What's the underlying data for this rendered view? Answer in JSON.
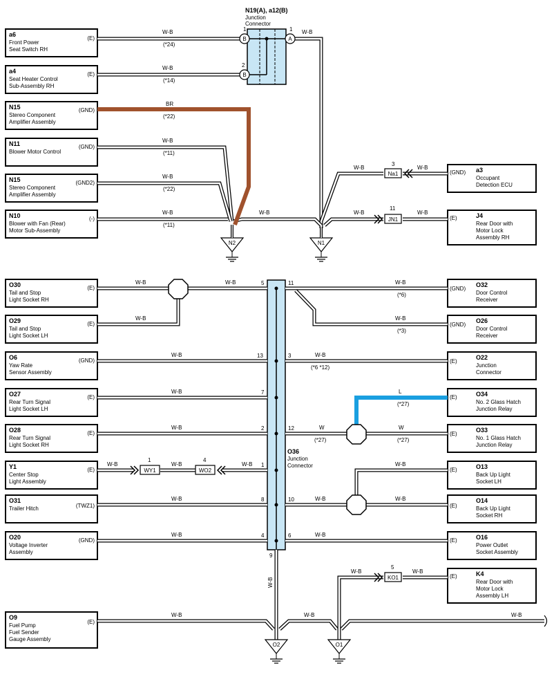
{
  "junction_top": {
    "title": "N19(A), a12(B)",
    "sub": "Junction",
    "sub2": "Connector",
    "pin_b1": "1",
    "pin_b2": "2",
    "pin_a1": "1",
    "conn_a": "A",
    "conn_b": "B"
  },
  "junction_mid": {
    "title": "O36",
    "sub": "Junction",
    "sub2": "Connector"
  },
  "left_components": [
    {
      "code": "a6",
      "name": [
        "Front Power",
        "Seat Switch RH"
      ],
      "pin": "(E)"
    },
    {
      "code": "a4",
      "name": [
        "Seat Heater Control",
        "Sub-Assembly RH"
      ],
      "pin": "(E)"
    },
    {
      "code": "N15",
      "name": [
        "Stereo Component",
        "Amplifier Assembly"
      ],
      "pin": "(GND)"
    },
    {
      "code": "N11",
      "name": [
        "Blower Motor Control"
      ],
      "pin": "(GND)"
    },
    {
      "code": "N15",
      "name": [
        "Stereo Component",
        "Amplifier Assembly"
      ],
      "pin": "(GND2)"
    },
    {
      "code": "N10",
      "name": [
        "Blower with Fan (Rear)",
        "Motor Sub-Assembly"
      ],
      "pin": "(-)"
    },
    {
      "code": "O30",
      "name": [
        "Tail and Stop",
        "Light Socket RH"
      ],
      "pin": "(E)"
    },
    {
      "code": "O29",
      "name": [
        "Tail and Stop",
        "Light Socket LH"
      ],
      "pin": "(E)"
    },
    {
      "code": "O6",
      "name": [
        "Yaw Rate",
        "Sensor Assembly"
      ],
      "pin": "(GND)"
    },
    {
      "code": "O27",
      "name": [
        "Rear Turn Signal",
        "Light Socket LH"
      ],
      "pin": "(E)"
    },
    {
      "code": "O28",
      "name": [
        "Rear Turn Signal",
        "Light Socket RH"
      ],
      "pin": "(E)"
    },
    {
      "code": "Y1",
      "name": [
        "Center Stop",
        "Light Assembly"
      ],
      "pin": "(E)"
    },
    {
      "code": "O31",
      "name": [
        "Trailer Hitch"
      ],
      "pin": "(TWZ1)"
    },
    {
      "code": "O20",
      "name": [
        "Voltage Inverter",
        "Assembly"
      ],
      "pin": "(GND)"
    },
    {
      "code": "O9",
      "name": [
        "Fuel Pump",
        "Fuel Sender",
        "Gauge Assembly"
      ],
      "pin": "(E)"
    }
  ],
  "right_components": [
    {
      "code": "a3",
      "name": [
        "Occupant",
        "Detection ECU"
      ],
      "pin": "(GND)"
    },
    {
      "code": "J4",
      "name": [
        "Rear Door with",
        "Motor Lock",
        "Assembly RH"
      ],
      "pin": "(E)"
    },
    {
      "code": "O32",
      "name": [
        "Door Control",
        "Receiver"
      ],
      "pin": "(GND)"
    },
    {
      "code": "O26",
      "name": [
        "Door Control",
        "Receiver"
      ],
      "pin": "(GND)"
    },
    {
      "code": "O22",
      "name": [
        "Junction",
        "Connector"
      ],
      "pin": "(E)"
    },
    {
      "code": "O34",
      "name": [
        "No. 2 Glass Hatch",
        "Junction Relay"
      ],
      "pin": "(E)"
    },
    {
      "code": "O33",
      "name": [
        "No. 1 Glass Hatch",
        "Junction Relay"
      ],
      "pin": "(E)"
    },
    {
      "code": "O13",
      "name": [
        "Back Up Light",
        "Socket LH"
      ],
      "pin": "(E)"
    },
    {
      "code": "O14",
      "name": [
        "Back Up Light",
        "Socket RH"
      ],
      "pin": "(E)"
    },
    {
      "code": "O16",
      "name": [
        "Power Outlet",
        "Socket Assembly"
      ],
      "pin": "(E)"
    },
    {
      "code": "K4",
      "name": [
        "Rear Door with",
        "Motor Lock",
        "Assembly LH"
      ],
      "pin": "(E)"
    }
  ],
  "wire_labels": {
    "wb": "W-B",
    "br": "BR",
    "l": "L",
    "w": "W"
  },
  "notes": {
    "n24": "(*24)",
    "n14": "(*14)",
    "n22a": "(*22)",
    "n11a": "(*11)",
    "n22b": "(*22)",
    "n11b": "(*11)",
    "n6": "(*6)",
    "n3": "(*3)",
    "n612": "(*6 *12)",
    "n27a": "(*27)",
    "n27b": "(*27)",
    "n27c": "(*27)"
  },
  "o36_pins": {
    "p5": "5",
    "p11": "11",
    "p13": "13",
    "p3": "3",
    "p7": "7",
    "p2": "2",
    "p12": "12",
    "p1": "1",
    "p8": "8",
    "p10": "10",
    "p4": "4",
    "p6": "6",
    "p9": "9"
  },
  "inline_connectors": {
    "na1": "Na1",
    "na1_pin": "3",
    "jn1": "JN1",
    "jn1_pin": "11",
    "wy1": "WY1",
    "wy1_pin": "1",
    "wo2": "WO2",
    "wo2_pin": "4",
    "ko1": "KO1",
    "ko1_pin": "5"
  },
  "grounds": {
    "n2": "N2",
    "n1": "N1",
    "o2": "O2",
    "o1": "O1"
  },
  "colors": {
    "br_wire": "#a0522d",
    "l_wire": "#1a9fe0",
    "junction_fill": "#c8e6f5"
  }
}
